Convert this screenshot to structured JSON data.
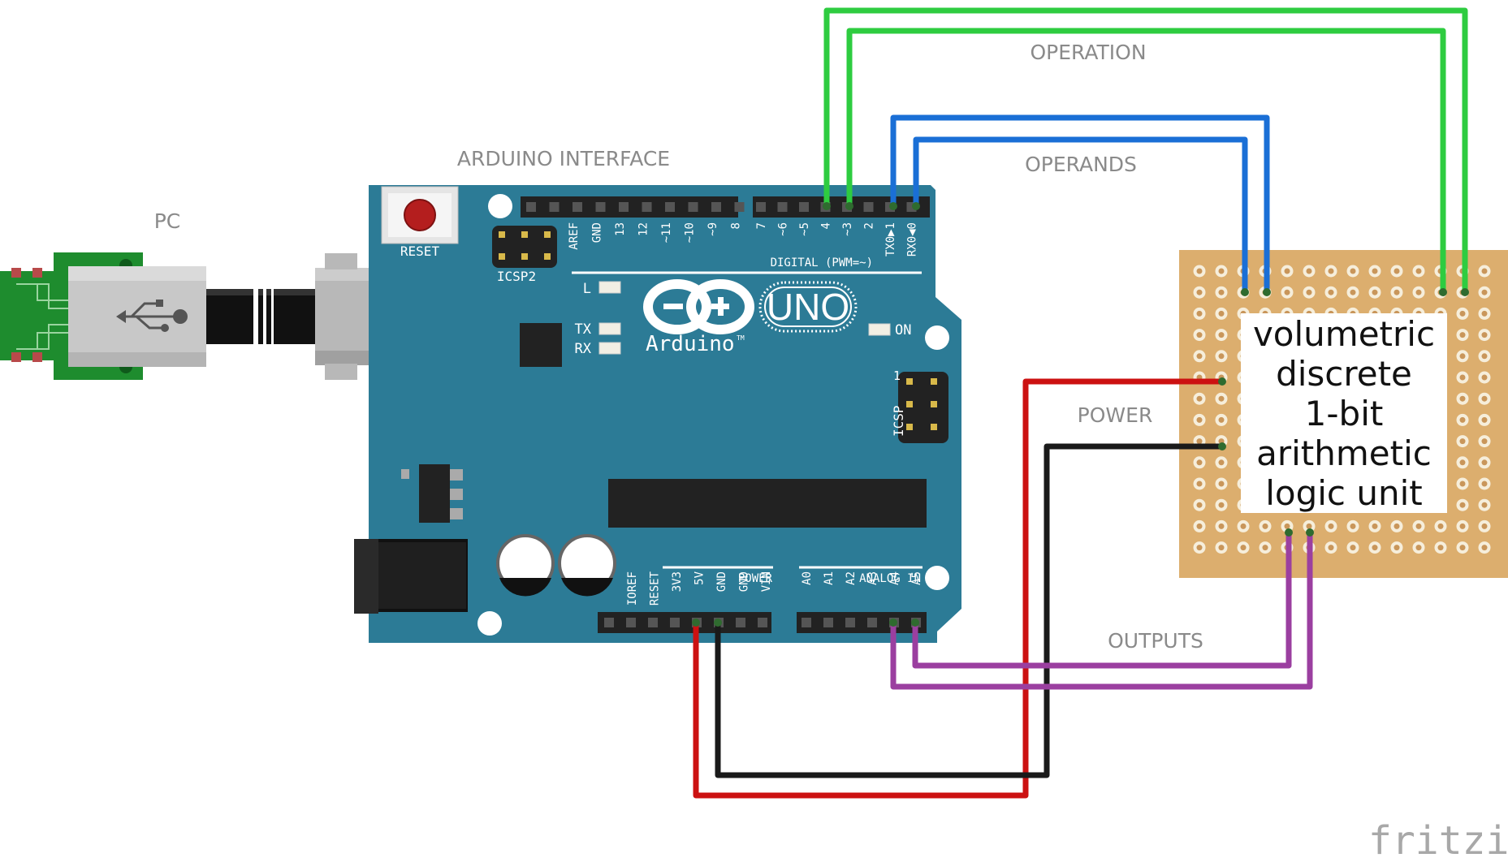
{
  "labels": {
    "pc": "PC",
    "arduino_interface": "ARDUINO INTERFACE",
    "operation": "OPERATION",
    "operands": "OPERANDS",
    "power": "POWER",
    "outputs": "OUTPUTS"
  },
  "board": {
    "reset": "RESET",
    "icsp2": "ICSP2",
    "icsp": "ICSP",
    "icsp_pin1": "1",
    "led_l": "L",
    "led_tx": "TX",
    "led_rx": "RX",
    "led_on": "ON",
    "logo_text": "Arduino",
    "tm": "TM",
    "model": "UNO",
    "digital_caption": "DIGITAL (PWM=~)",
    "power_caption": "POWER",
    "analog_caption": "ANALOG IN",
    "digital_pins_left": [
      "AREF",
      "GND",
      "13",
      "12",
      "~11",
      "~10",
      "~9",
      "8"
    ],
    "digital_pins_right": [
      "7",
      "~6",
      "~5",
      "4",
      "~3",
      "2",
      "TX0▶1",
      "RX0◀0"
    ],
    "power_pins": [
      "IOREF",
      "RESET",
      "3V3",
      "5V",
      "GND",
      "GND",
      "VIN"
    ],
    "analog_pins": [
      "A0",
      "A1",
      "A2",
      "A3",
      "A4",
      "A5"
    ]
  },
  "module_text": [
    "volumetric",
    "discrete",
    "1-bit",
    "arithmetic",
    "logic unit"
  ],
  "watermark": "fritzing",
  "colors": {
    "board": "#2c7b96",
    "perfboard": "#dcae6e",
    "wire_green": "#2ecc40",
    "wire_blue": "#1a6fd6",
    "wire_red": "#cc1111",
    "wire_black": "#1a1a1a",
    "wire_purple": "#9b3fa0"
  }
}
